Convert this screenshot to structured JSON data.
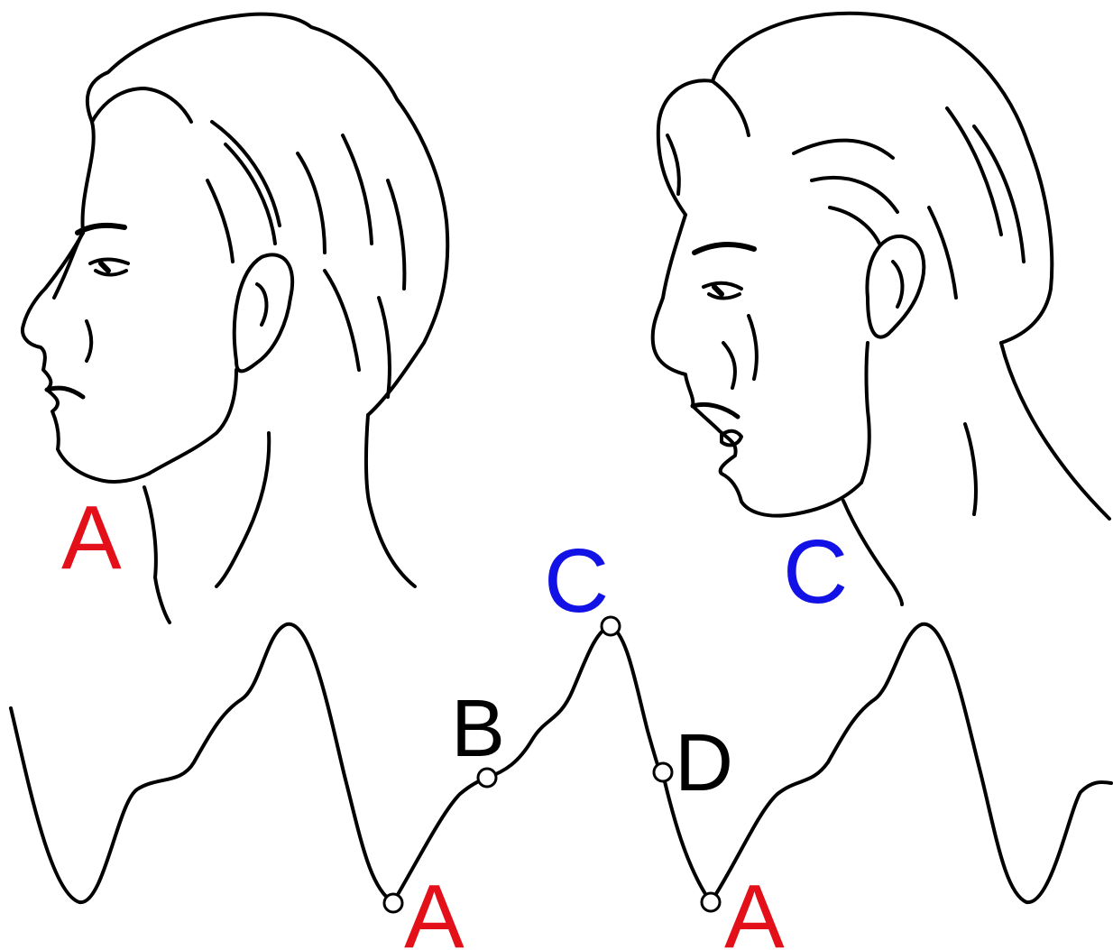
{
  "colors": {
    "label_a": "#e3101a",
    "label_c": "#1212e6",
    "label_bd": "#000000",
    "line": "#000000",
    "background": "#ffffff"
  },
  "heads": {
    "left": {
      "label": "A",
      "depiction": "head-closed-mouth"
    },
    "right": {
      "label": "C",
      "depiction": "head-open-mouth"
    }
  },
  "waveform": {
    "markers": [
      {
        "label": "A"
      },
      {
        "label": "B"
      },
      {
        "label": "C"
      },
      {
        "label": "D"
      },
      {
        "label": "A"
      }
    ]
  }
}
